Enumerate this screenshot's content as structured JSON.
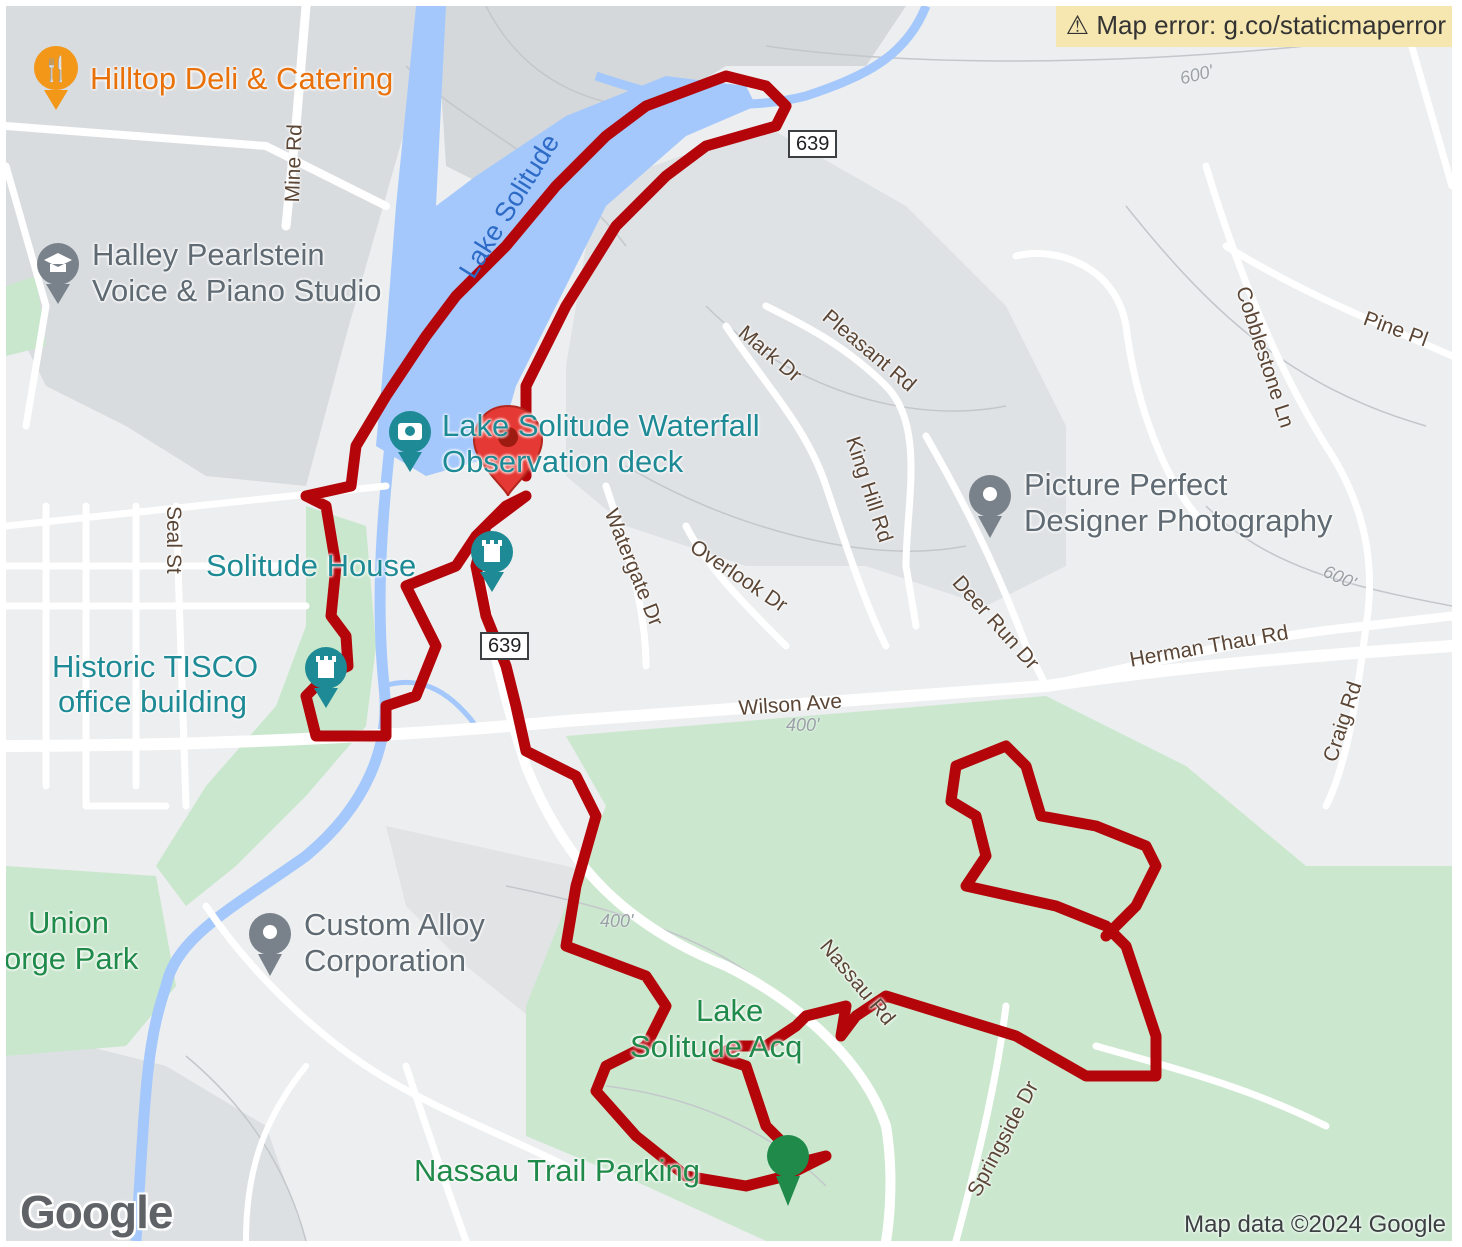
{
  "error_banner": "Map error: g.co/staticmaperror",
  "attribution": "Map data ©2024 Google",
  "logo": "Google",
  "colors": {
    "route": "#b3050a",
    "water": "#a4c8fc",
    "park": "#c9e7cc",
    "marker": "#e53935"
  },
  "pois": {
    "deli": "Hilltop Deli & Catering",
    "studio_1": "Halley Pearlstein",
    "studio_2": "Voice & Piano Studio",
    "waterfall_1": "Lake Solitude Waterfall",
    "waterfall_2": "Observation deck",
    "solitude_house": "Solitude House",
    "tisco_1": "Historic TISCO",
    "tisco_2": "office building",
    "photo_1": "Picture Perfect",
    "photo_2": "Designer Photography",
    "alloy_1": "Custom Alloy",
    "alloy_2": "Corporation",
    "union_1": "Union",
    "union_2": "orge Park",
    "acq_1": "Lake",
    "acq_2": "Solitude Acq",
    "parking": "Nassau Trail Parking"
  },
  "water_label": "Lake Solitude",
  "roads": {
    "mine": "Mine Rd",
    "seal": "Seal St",
    "mark": "Mark Dr",
    "pleasant": "Pleasant Rd",
    "king_hill": "King Hill Rd",
    "watergate": "Watergate Dr",
    "overlook": "Overlook Dr",
    "deer_run": "Deer Run Dr",
    "herman": "Herman Thau Rd",
    "wilson": "Wilson Ave",
    "craig": "Craig Rd",
    "cobblestone": "Cobblestone Ln",
    "pine": "Pine Pl",
    "nassau": "Nassau Rd",
    "springside": "Springside Dr"
  },
  "shields": {
    "a": "639",
    "b": "639"
  },
  "elevations": {
    "e1": "600'",
    "e2": "600'",
    "e3": "400'",
    "e4": "400'"
  }
}
